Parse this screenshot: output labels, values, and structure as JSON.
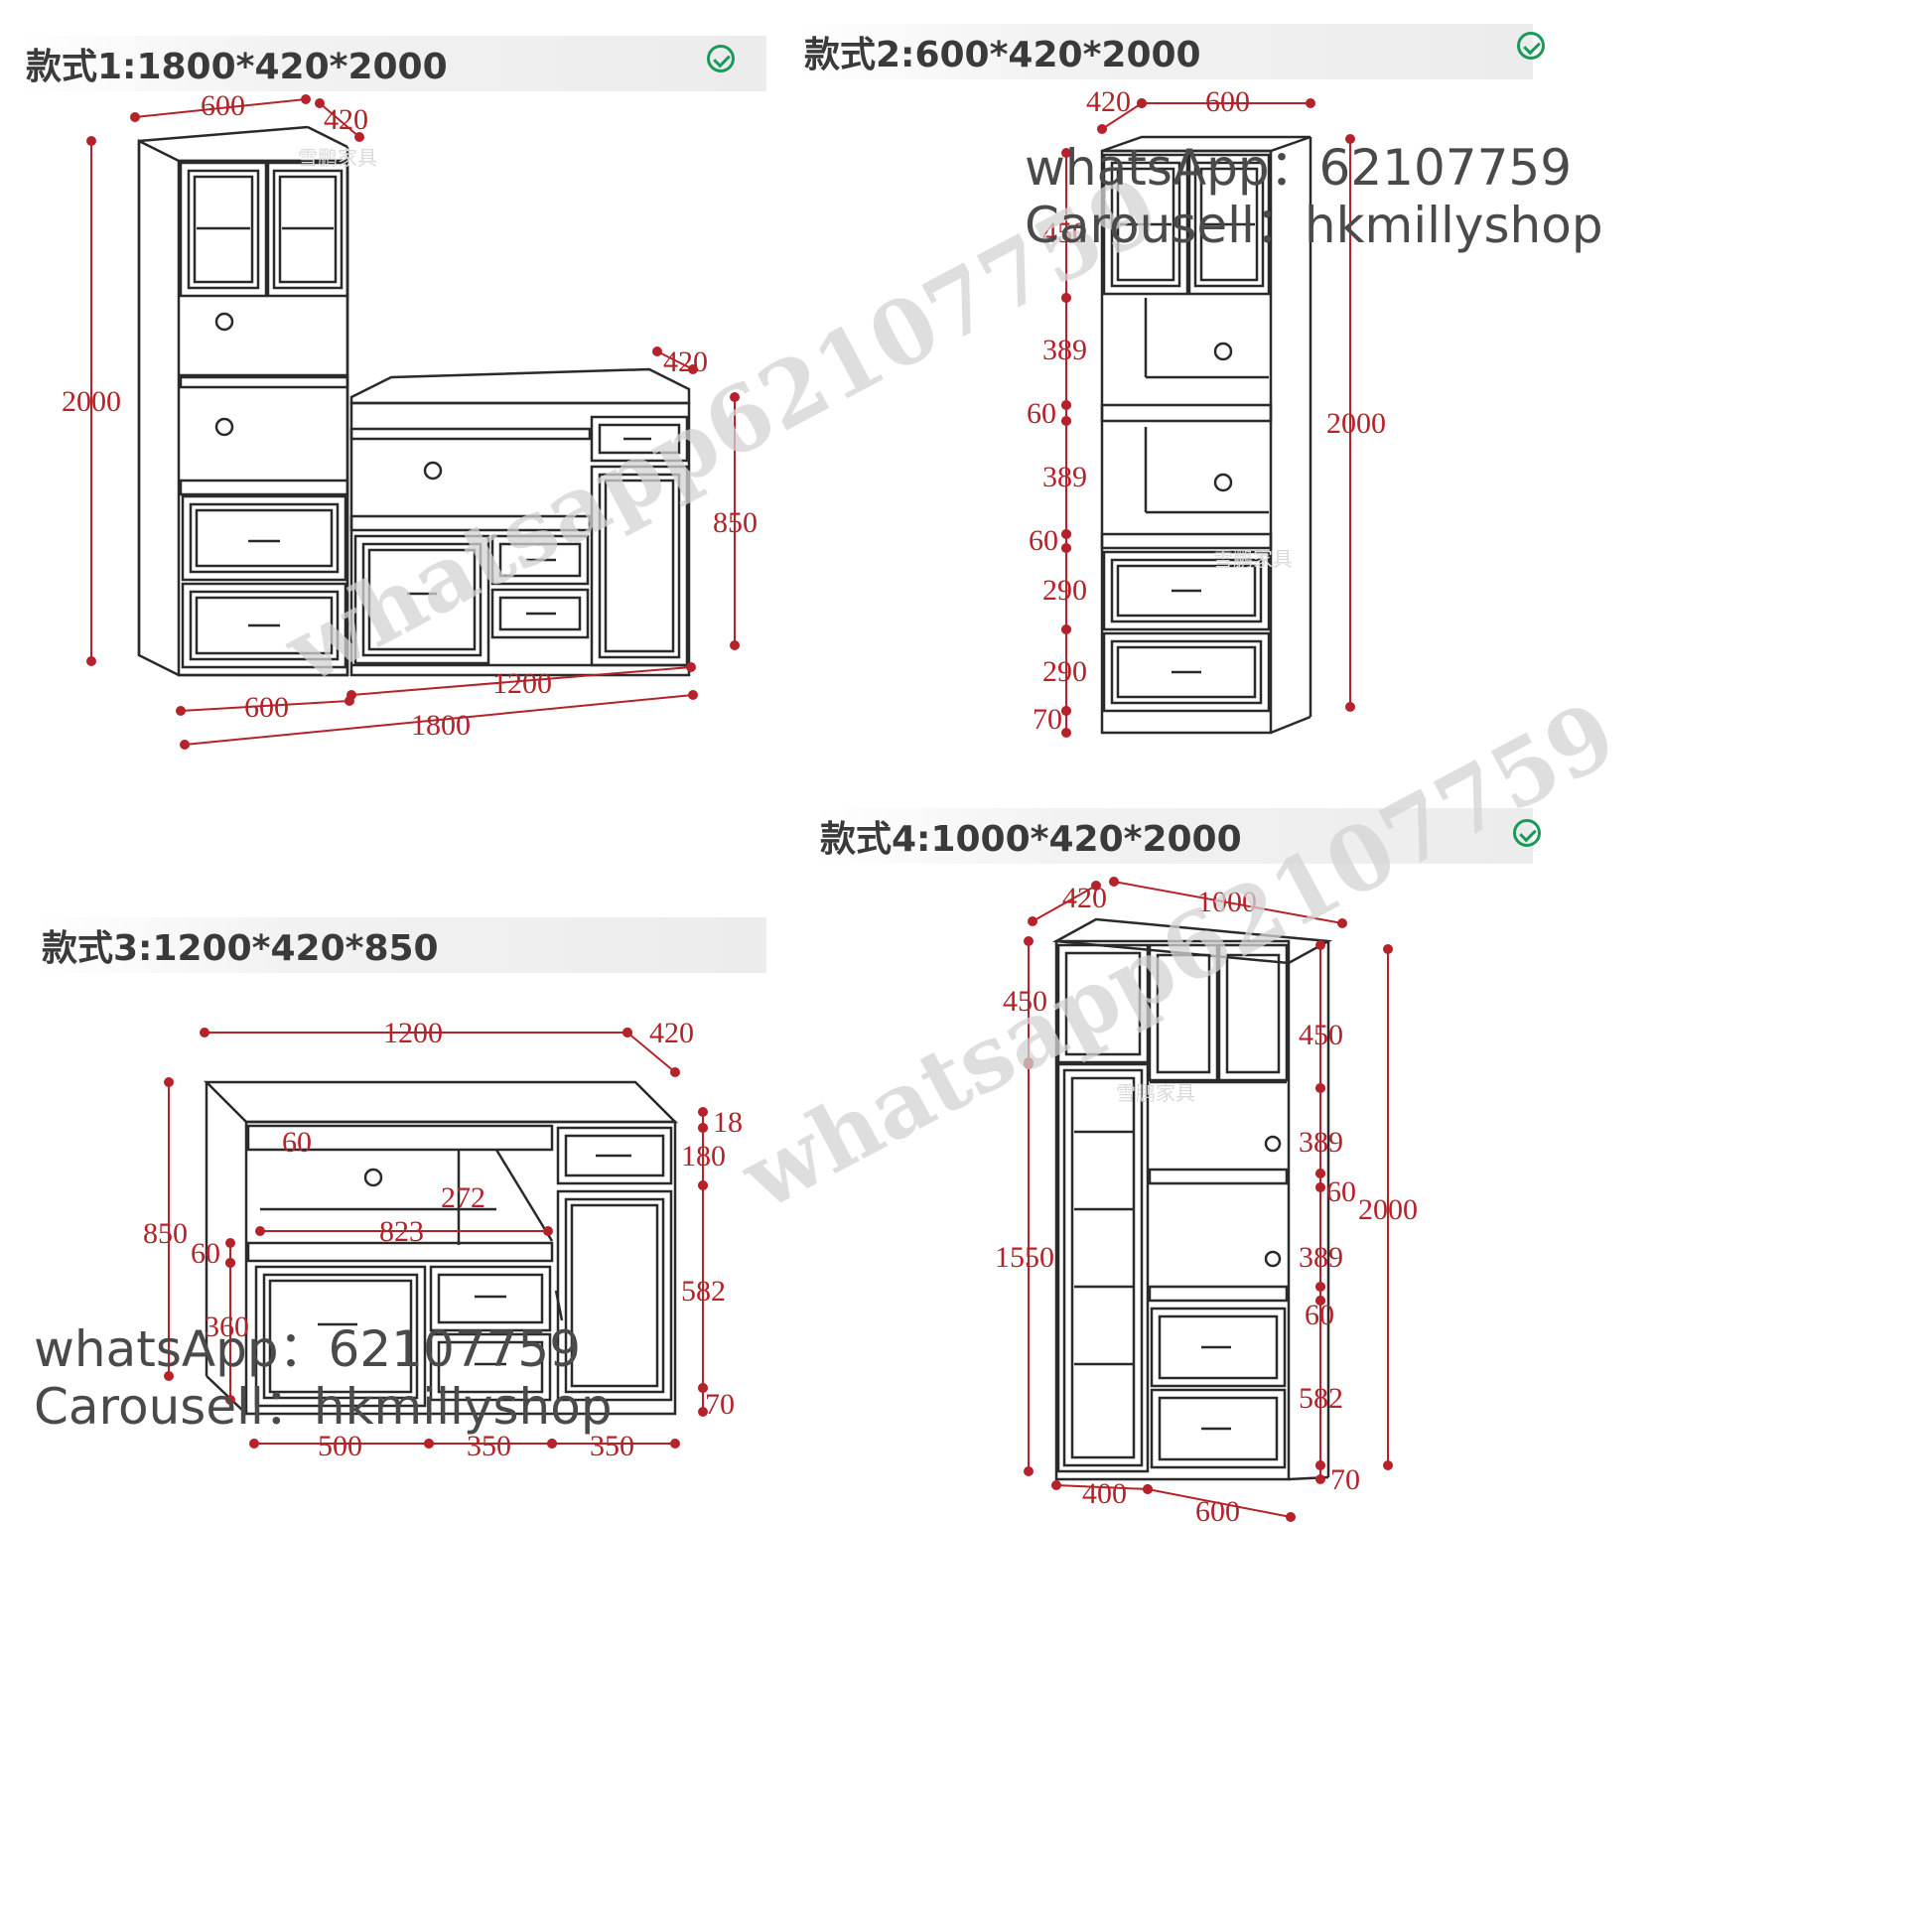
{
  "styles": [
    {
      "title": "款式1:1800*420*2000"
    },
    {
      "title": "款式2:600*420*2000"
    },
    {
      "title": "款式3:1200*420*850"
    },
    {
      "title": "款式4:1000*420*2000"
    }
  ],
  "dims1": {
    "w1": "600",
    "d1": "420",
    "h1": "2000",
    "d2": "420",
    "h2": "850",
    "w2": "1200",
    "w3": "600",
    "total": "1800"
  },
  "dims2": {
    "d": "420",
    "w": "600",
    "a": "450",
    "b": "389",
    "c": "60",
    "e": "389",
    "f": "60",
    "g": "290",
    "h": "290",
    "i": "70",
    "total": "2000"
  },
  "dims3": {
    "w": "1200",
    "d": "420",
    "h": "850",
    "a": "60",
    "b": "272",
    "c": "823",
    "e": "60",
    "f": "360",
    "g": "18",
    "i": "180",
    "j": "582",
    "k": "70",
    "w1": "500",
    "w2": "350",
    "w3": "350"
  },
  "dims4": {
    "d": "420",
    "w": "1000",
    "a": "450",
    "b": "1550",
    "c": "450",
    "e": "389",
    "f": "60",
    "g": "389",
    "h": "60",
    "i": "582",
    "j": "70",
    "total": "2000",
    "w1": "400",
    "w2": "600"
  },
  "contact": {
    "whatsapp": "whatsApp：62107759",
    "carousell": "Carousell：hkmillyshop"
  },
  "watermark": {
    "text1": "whatsapp62107759",
    "text2": "whatsapp62107759",
    "brand": "雪鹏家具"
  }
}
